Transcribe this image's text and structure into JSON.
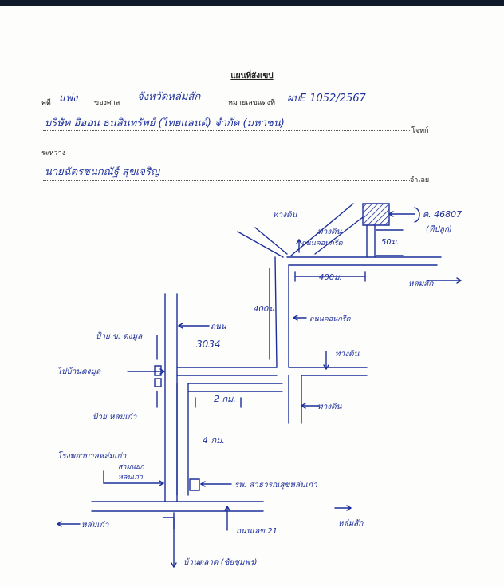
{
  "header": {
    "title": "แผนที่สังเขป"
  },
  "form": {
    "case_label": "คดี",
    "case_type": "แพ่ง",
    "court_label": "ของศาล",
    "court_name": "จังหวัดหล่มสัก",
    "black_case_label": "หมายเลขแดงที่",
    "case_number": "ผบE 1052/2567",
    "plaintiff": "บริษัท อิออน ธนสินทรัพย์ (ไทยแลนด์) จำกัด (มหาชน)",
    "plaintiff_suffix": "โจทก์",
    "between_label": "ระหว่าง",
    "defendant": "นายฉัตรชนกณัฐ์ สุขเจริญ",
    "defendant_suffix": "จำเลย"
  },
  "map": {
    "labels": {
      "dirt_road_top": "ทางดิน",
      "dirt_road_mid": "ทางดิน",
      "concrete_road_top": "ถนนคอนกรีต",
      "target_plot": "ต. 46807",
      "target_note": "(ที่ปลูก)",
      "dist_50m": "50ม.",
      "dist_400m_h": "400ม.",
      "dist_400m_v": "400ม.",
      "to_lomsak_right": "หล่มสัก",
      "road_3034": "3034",
      "road_3034_label": "ถนน",
      "concrete_road_mid": "ถนนคอนกรีต",
      "sign_ban_klang": "ป้าย ข. ดงมูล",
      "to_village": "ไปบ้านดงมูล",
      "dirt_road_right": "ทางดิน",
      "dirt_road_right2": "ทางดิน",
      "dist_2km": "2 กม.",
      "sign_lomkao": "ป้าย หล่มเก่า",
      "dist_4km": "4 กม.",
      "hospital_left": "โรงพยาบาลหล่มเก่า",
      "hospital_note": "สามแยก",
      "hospital_note2": "หล่มเก่า",
      "health_center": "รพ. สาธารณสุขหล่มเก่า",
      "to_lomkao_left": "หล่มเก่า",
      "road_21": "ถนนเลข 21",
      "to_lomsak_bottom": "หล่มสัก",
      "market": "บ้านตลาด (ชัยชุมพร)"
    }
  }
}
